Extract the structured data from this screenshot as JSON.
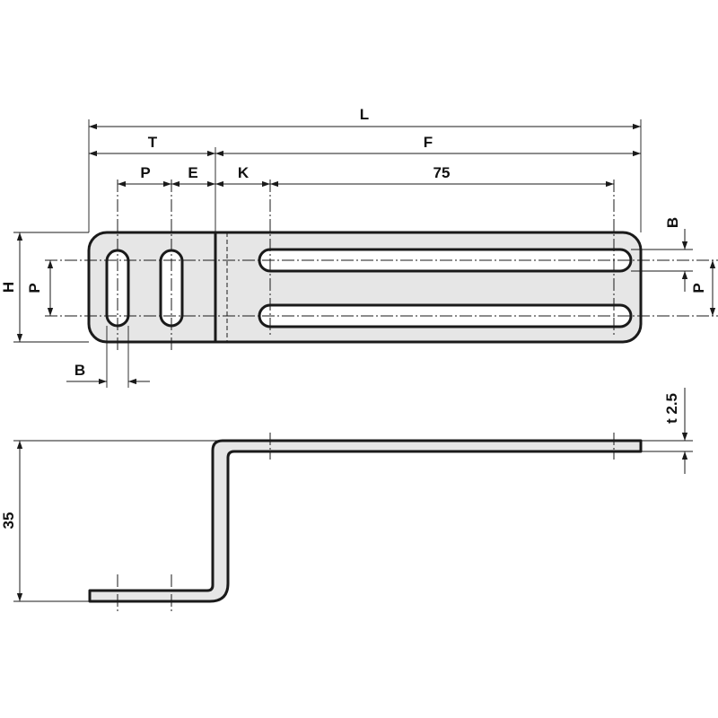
{
  "labels": {
    "L": "L",
    "T": "T",
    "F": "F",
    "P_top": "P",
    "E": "E",
    "K": "K",
    "d75": "75",
    "H": "H",
    "P_left": "P",
    "B_bottom": "B",
    "B_right": "B",
    "P_right": "P",
    "t": "t 2.5",
    "d35": "35"
  }
}
